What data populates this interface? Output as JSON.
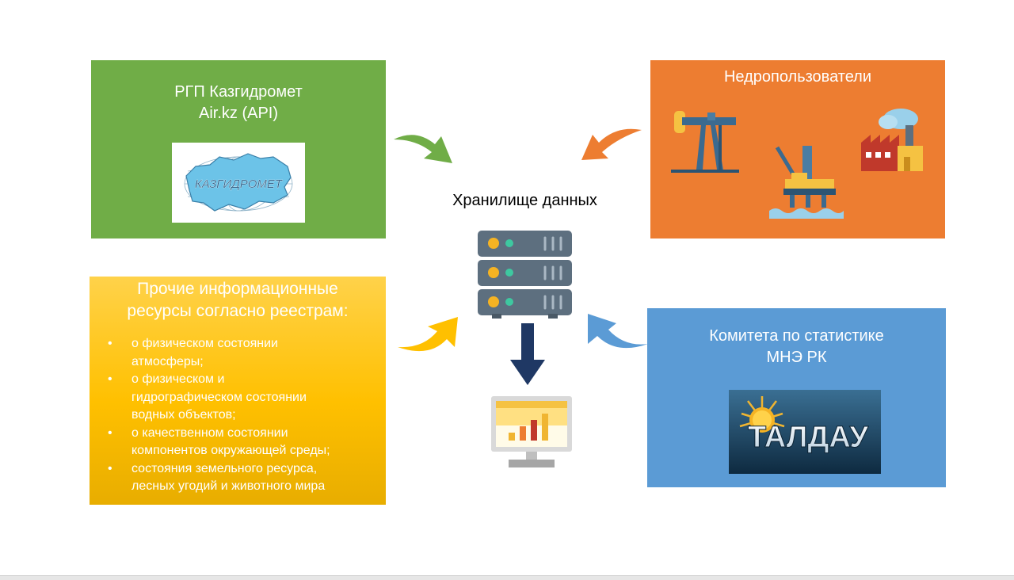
{
  "boxes": {
    "kazhydromet": {
      "title_line1": "РГП Казгидромет",
      "title_line2": "Air.kz (API)",
      "logo_text": "КАЗГИДРОМЕТ",
      "color": "#70ad47"
    },
    "subsoil_users": {
      "title": "Недропользователи",
      "color": "#ed7d31"
    },
    "other_resources": {
      "title_line1": "Прочие информационные",
      "title_line2": "ресурсы согласно реестрам:",
      "bullet": "•",
      "items": [
        [
          "о физическом состоянии",
          "атмосферы;"
        ],
        [
          "о физическом и",
          "гидрографическом состоянии",
          "водных объектов;"
        ],
        [
          "о качественном состоянии",
          "компонентов окружающей среды;"
        ],
        [
          "состояния земельного ресурса,",
          "лесных угодий и животного мира"
        ]
      ],
      "color": "#ffc000"
    },
    "statistics": {
      "title_line1": "Комитета по статистике",
      "title_line2": "МНЭ РК",
      "logo_text": "ТАЛДАУ",
      "color": "#5b9bd5"
    }
  },
  "storage": {
    "label": "Хранилище данных",
    "icon": "server-icon"
  },
  "output": {
    "icon": "monitor-chart-icon"
  }
}
